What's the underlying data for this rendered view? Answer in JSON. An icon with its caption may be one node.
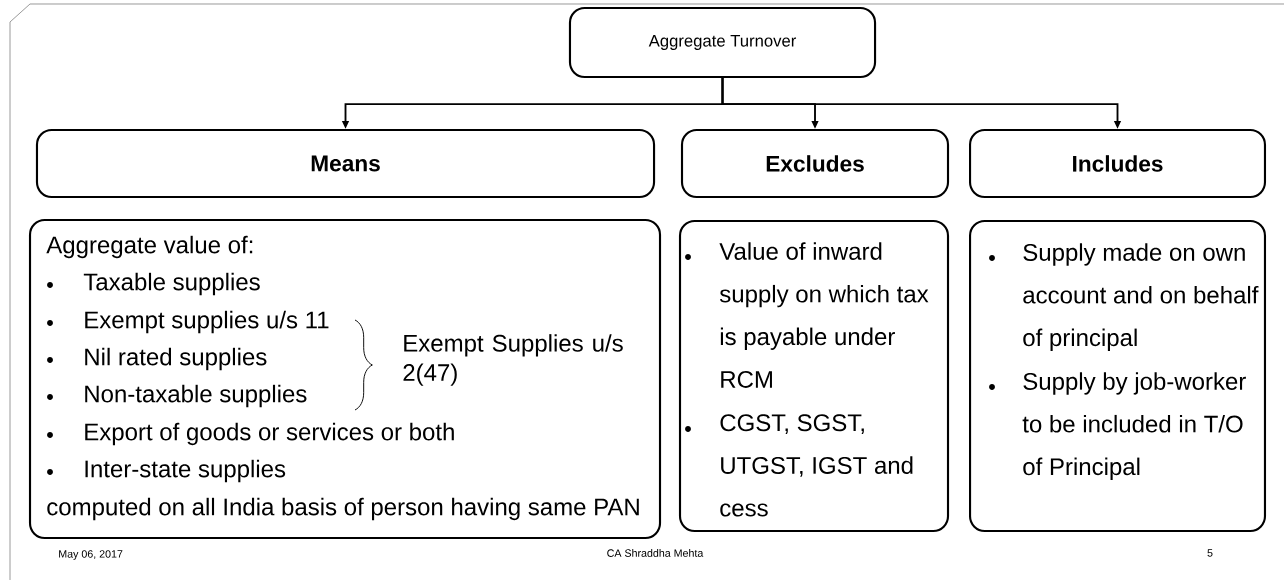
{
  "diagram": {
    "nodes": [
      {
        "text": [
          "Aggregate Turnover"
        ]
      },
      {
        "text": [
          "Means"
        ]
      },
      {
        "text": [
          "Excludes"
        ]
      },
      {
        "text": [
          "Includes"
        ]
      },
      {
        "text": [
          "Aggregate value of:",
          "Taxable supplies",
          "Exempt supplies u/s 11",
          "Exempt Supplies u/s 2(47)",
          "Nil rated supplies",
          "Non-taxable supplies",
          "Export of goods or services or both",
          "Inter-state supplies",
          "computed on all India basis of person having same PAN"
        ]
      },
      {
        "text": [
          "Value of inward supply on which tax is payable under RCM",
          "CGST, SGST, UTGST, IGST and cess"
        ]
      },
      {
        "text": [
          "Supply made on own account and on behalf of principal",
          "Supply by job-worker to be included in T/O of Principal"
        ]
      }
    ],
    "edges": [
      {
        "from": 0,
        "to": 1,
        "arrow": "to"
      },
      {
        "from": 0,
        "to": 2,
        "arrow": "to"
      },
      {
        "from": 0,
        "to": 3,
        "arrow": "to"
      }
    ],
    "labels": [
      "May 06, 2017",
      "CA Shraddha Mehta",
      "5"
    ]
  }
}
